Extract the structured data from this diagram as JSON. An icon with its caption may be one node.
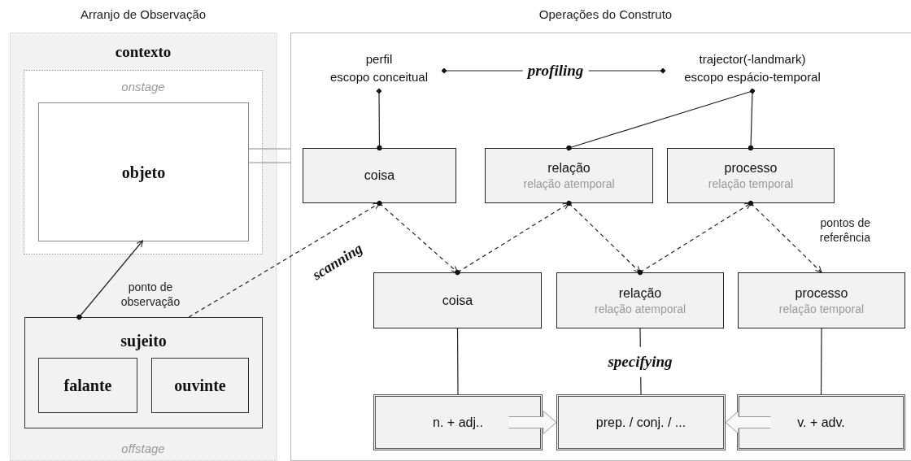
{
  "diagram": {
    "nodes": [
      {
        "text": [
          "Arranjo de Observação",
          "contexto",
          "offstage"
        ]
      },
      {
        "text": [
          "onstage"
        ],
        "in": 0
      },
      {
        "text": [
          "objeto"
        ],
        "in": 1
      },
      {
        "text": [
          "sujeito"
        ],
        "in": 0
      },
      {
        "text": [
          "falante"
        ],
        "in": 3
      },
      {
        "text": [
          "ouvinte"
        ],
        "in": 3
      },
      {
        "text": [
          "Operações do Construto"
        ]
      },
      {
        "text": [
          "perfil",
          "escopo conceitual"
        ],
        "in": 6
      },
      {
        "text": [
          "trajector(-landmark)",
          "escopo espácio-temporal"
        ],
        "in": 6
      },
      {
        "text": [
          "coisa"
        ],
        "in": 6
      },
      {
        "text": [
          "relação",
          "relação atemporal"
        ],
        "in": 6
      },
      {
        "text": [
          "processo",
          "relação temporal"
        ],
        "in": 6
      },
      {
        "text": [
          "coisa"
        ],
        "in": 6
      },
      {
        "text": [
          "relação",
          "relação atemporal"
        ],
        "in": 6
      },
      {
        "text": [
          "processo",
          "relação temporal"
        ],
        "in": 6
      },
      {
        "text": [
          "n. + adj.."
        ],
        "in": 6
      },
      {
        "text": [
          "prep. / conj. / ..."
        ],
        "in": 6
      },
      {
        "text": [
          "v. + adv."
        ],
        "in": 6
      }
    ],
    "edges": [
      {
        "from": 7,
        "to": 9,
        "arrow": "other"
      },
      {
        "from": 8,
        "to": 10,
        "arrow": "other"
      },
      {
        "from": 8,
        "to": 11,
        "arrow": "other"
      },
      {
        "from": 7,
        "to": 8,
        "arrow": "other",
        "label": "profiling"
      },
      {
        "from": 3,
        "to": 2,
        "arrow": "to",
        "label": "ponto de observação"
      },
      {
        "from": 3,
        "to": 9,
        "arrow": "to",
        "style": "dashed",
        "label": "scanning"
      },
      {
        "from": 9,
        "to": 12,
        "arrow": "to",
        "style": "dashed"
      },
      {
        "from": 12,
        "to": 10,
        "arrow": "to",
        "style": "dashed"
      },
      {
        "from": 10,
        "to": 13,
        "arrow": "to",
        "style": "dashed"
      },
      {
        "from": 13,
        "to": 11,
        "arrow": "to",
        "style": "dashed"
      },
      {
        "from": 11,
        "to": 14,
        "arrow": "to",
        "style": "dashed",
        "label": "pontos de referência"
      },
      {
        "from": 12,
        "to": 15,
        "arrow": "none"
      },
      {
        "from": 13,
        "to": 16,
        "arrow": "none",
        "label": "specifying"
      },
      {
        "from": 14,
        "to": 17,
        "arrow": "none"
      },
      {
        "from": 15,
        "to": 16,
        "arrow": "to",
        "style": "thick"
      },
      {
        "from": 17,
        "to": 16,
        "arrow": "to",
        "style": "thick"
      },
      {
        "from": 2,
        "to": 6,
        "arrow": "none",
        "color": "#888888"
      }
    ]
  }
}
